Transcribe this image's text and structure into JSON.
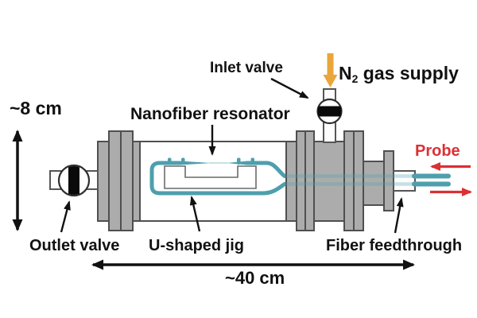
{
  "figure": {
    "type": "schematic-diagram",
    "description": "Vacuum chamber setup holding a nanofiber resonator on a U-shaped jig",
    "dimensions": {
      "height": "~8 cm",
      "length": "~40 cm"
    },
    "labels": {
      "inlet_valve": "Inlet valve",
      "outlet_valve": "Outlet valve",
      "nanofiber_resonator": "Nanofiber resonator",
      "u_shaped_jig": "U-shaped jig",
      "fiber_feedthrough": "Fiber feedthrough",
      "probe": "Probe",
      "gas_supply": {
        "element": "N",
        "subscript": "2",
        "rest": " gas supply"
      }
    },
    "colors": {
      "fiber": "#4E9FAD",
      "gas": "#E9A63B",
      "probe": "#DC3034",
      "metal": "#ACACAC",
      "metalOutline": "#4F4F4F",
      "text": "#111111"
    }
  }
}
